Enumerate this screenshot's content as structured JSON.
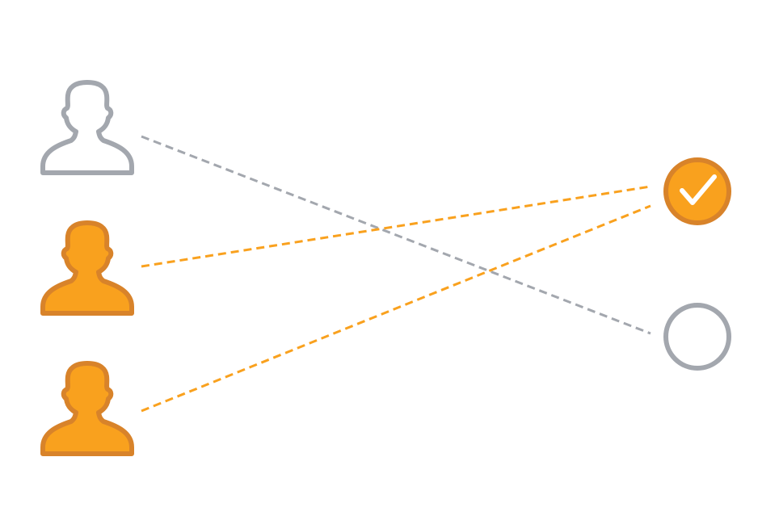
{
  "colors": {
    "background": "#ffffff",
    "gray_stroke": "#a3a7ae",
    "orange_fill": "#f9a11e",
    "orange_stroke": "#d8832a",
    "check_mark": "#ffffff"
  },
  "people": [
    {
      "icon": "person-outline-icon",
      "state": "unselected",
      "color": "gray"
    },
    {
      "icon": "person-filled-icon",
      "state": "selected",
      "color": "orange"
    },
    {
      "icon": "person-filled-icon",
      "state": "selected",
      "color": "orange"
    }
  ],
  "targets": [
    {
      "icon": "check-circle-icon",
      "state": "selected",
      "color": "orange"
    },
    {
      "icon": "empty-circle-icon",
      "state": "unselected",
      "color": "gray"
    }
  ],
  "connections": [
    {
      "from": 0,
      "to": 1,
      "style": "dashed",
      "color": "gray"
    },
    {
      "from": 1,
      "to": 0,
      "style": "dashed",
      "color": "orange"
    },
    {
      "from": 2,
      "to": 0,
      "style": "dashed",
      "color": "orange"
    }
  ]
}
